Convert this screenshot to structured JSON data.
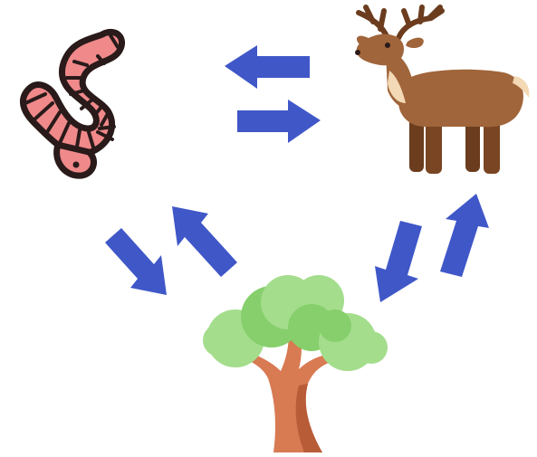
{
  "nodes": [
    {
      "id": "worm",
      "icon": "worm-icon"
    },
    {
      "id": "deer",
      "icon": "deer-icon"
    },
    {
      "id": "tree",
      "icon": "tree-icon"
    }
  ],
  "links": [
    {
      "from": "deer",
      "to": "worm"
    },
    {
      "from": "worm",
      "to": "deer"
    },
    {
      "from": "worm",
      "to": "tree"
    },
    {
      "from": "tree",
      "to": "worm"
    },
    {
      "from": "deer",
      "to": "tree"
    },
    {
      "from": "tree",
      "to": "deer"
    }
  ],
  "colors": {
    "arrow": "#4057c8",
    "worm_body": "#f0898a",
    "worm_outline": "#2a1a1a",
    "deer_body": "#a0653a",
    "deer_dark": "#6b3d1e",
    "deer_chest": "#f3d9b5",
    "antler": "#6b3d1e",
    "foliage_light": "#a4dd8c",
    "foliage_mid": "#86cf6c",
    "trunk": "#d87a52",
    "trunk_dark": "#b85c38"
  }
}
